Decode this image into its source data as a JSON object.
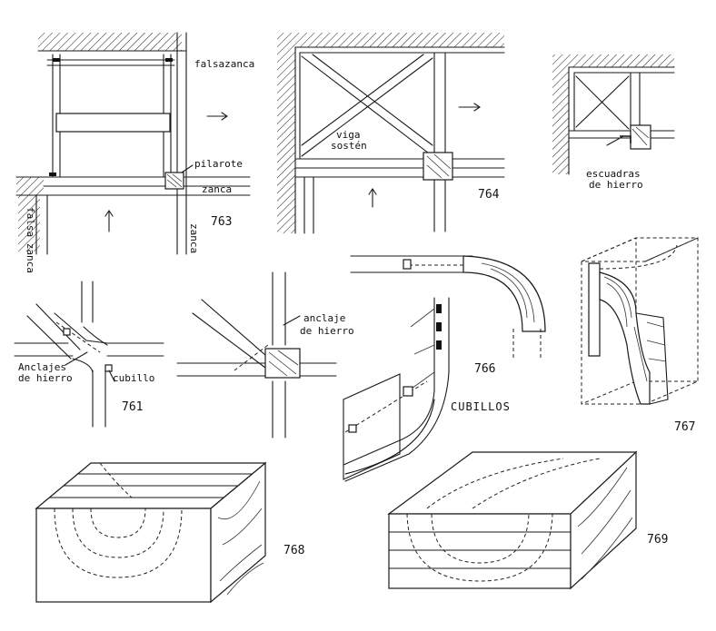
{
  "figures": {
    "f763": {
      "number": "763",
      "falsazanca_top": "falsazanca",
      "pilarote": "pilarote",
      "zanca_h": "zanca",
      "falsa_zanca_v": "falsa zanca",
      "zanca_v": "zanca"
    },
    "f764": {
      "number": "764",
      "viga_line1": "viga",
      "viga_line2": "sostén"
    },
    "f765": {
      "escuadras_line1": "escuadras",
      "escuadras_line2": "de hierro"
    },
    "f761": {
      "number": "761",
      "anclajes_line1": "Anclajes",
      "anclajes_line2": "de hierro",
      "cubillo": "cubillo"
    },
    "f762": {
      "anclaje_line1": "anclaje",
      "anclaje_line2": "de hierro"
    },
    "f766": {
      "number": "766",
      "caption": "CUBILLOS"
    },
    "f767": {
      "number": "767"
    },
    "f768": {
      "number": "768"
    },
    "f769": {
      "number": "769"
    }
  }
}
